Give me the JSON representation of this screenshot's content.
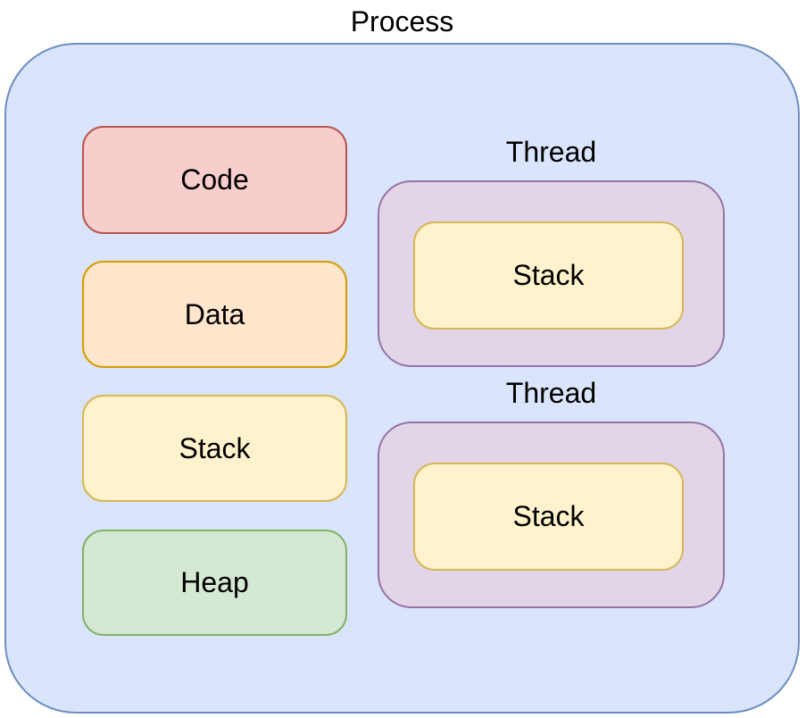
{
  "diagram": {
    "title": "Process",
    "process": {
      "fill": "#DAE5FB",
      "stroke": "#6C8EBF",
      "blocks": [
        {
          "label": "Code",
          "fill": "#F8CECC",
          "stroke": "#B85450"
        },
        {
          "label": "Data",
          "fill": "#FFE6CC",
          "stroke": "#D79B00"
        },
        {
          "label": "Stack",
          "fill": "#FFF2CC",
          "stroke": "#D6B656"
        },
        {
          "label": "Heap",
          "fill": "#D5E8D4",
          "stroke": "#82B366"
        }
      ],
      "threads": [
        {
          "label": "Thread",
          "fill": "#E1D5E7",
          "stroke": "#9673A6",
          "block": {
            "label": "Stack",
            "fill": "#FFF2CC",
            "stroke": "#D6B656"
          }
        },
        {
          "label": "Thread",
          "fill": "#E1D5E7",
          "stroke": "#9673A6",
          "block": {
            "label": "Stack",
            "fill": "#FFF2CC",
            "stroke": "#D6B656"
          }
        }
      ]
    }
  }
}
